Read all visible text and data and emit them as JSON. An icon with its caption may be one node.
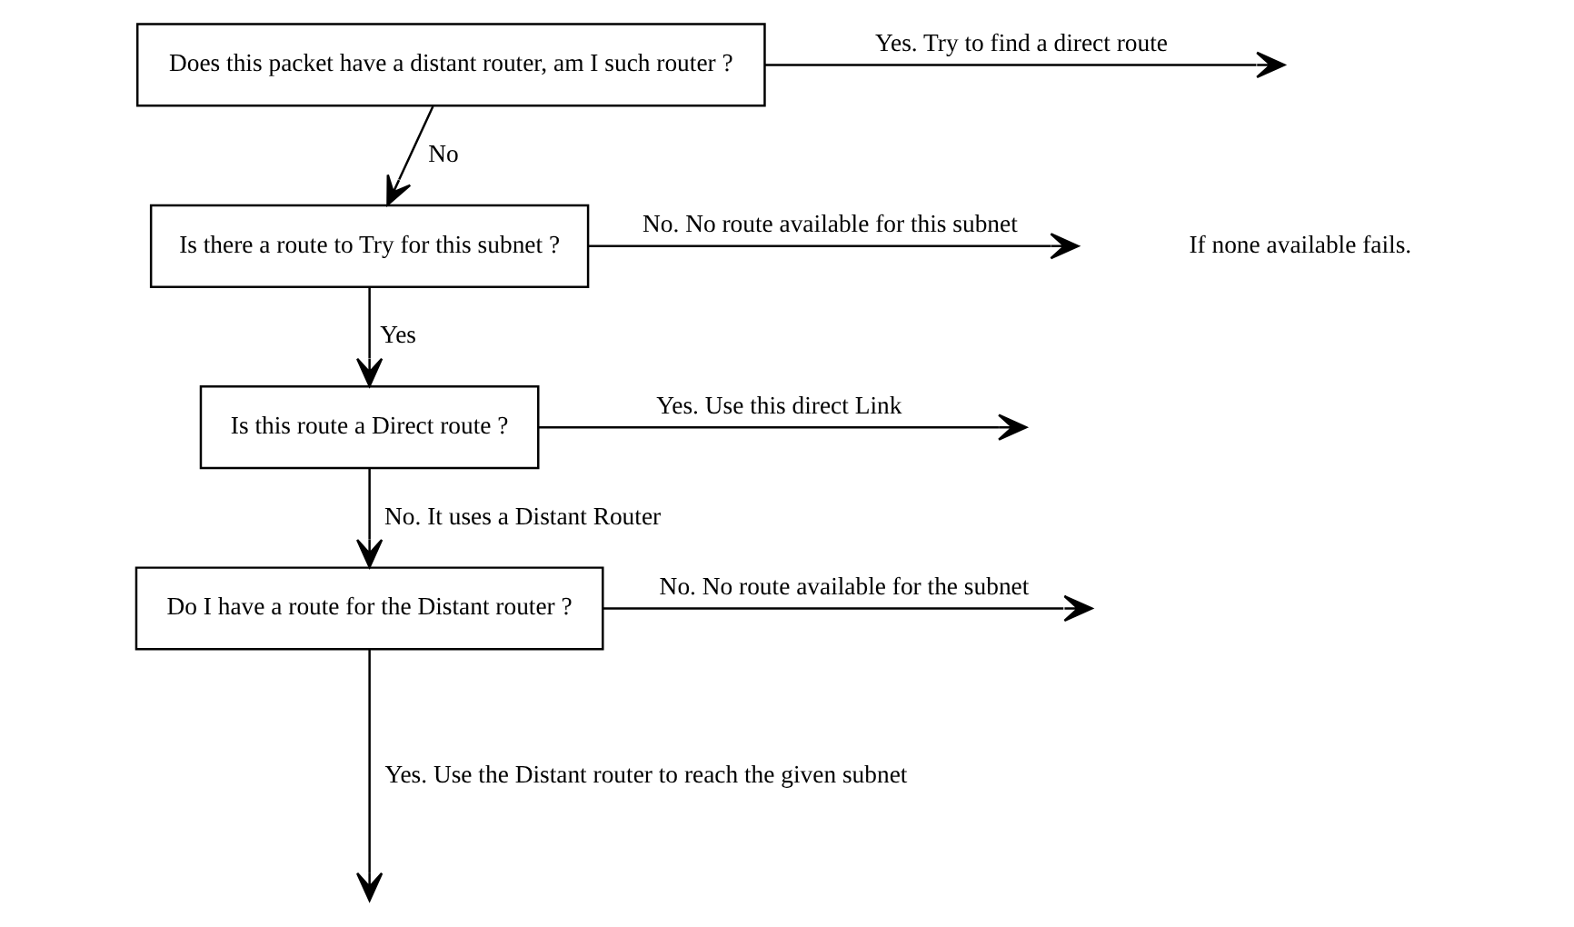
{
  "diagram": {
    "nodes": [
      {
        "text": [
          "Does this packet have a distant router, am I such router ?"
        ]
      },
      {
        "text": [
          "Is there a route to Try for this subnet ?"
        ]
      },
      {
        "text": [
          "Is this route a Direct route ?"
        ]
      },
      {
        "text": [
          "Do I have a route for the Distant router ?"
        ]
      }
    ],
    "edges": [
      {
        "from": 0,
        "to": null,
        "arrow": "to",
        "label": "Yes. Try to find a direct route"
      },
      {
        "from": 0,
        "to": 1,
        "arrow": "to",
        "label": "No"
      },
      {
        "from": 1,
        "to": null,
        "arrow": "to",
        "label": "No. No route available for this subnet"
      },
      {
        "from": 1,
        "to": 2,
        "arrow": "to",
        "label": "Yes"
      },
      {
        "from": 2,
        "to": null,
        "arrow": "to",
        "label": "Yes. Use this direct Link"
      },
      {
        "from": 2,
        "to": 3,
        "arrow": "to",
        "label": "No. It uses a Distant Router"
      },
      {
        "from": 3,
        "to": null,
        "arrow": "to",
        "label": "No. No route available for the subnet"
      },
      {
        "from": 3,
        "to": null,
        "arrow": "to",
        "label": "Yes. Use the Distant router to reach the given subnet"
      }
    ],
    "labels": [
      "If none available fails."
    ]
  }
}
